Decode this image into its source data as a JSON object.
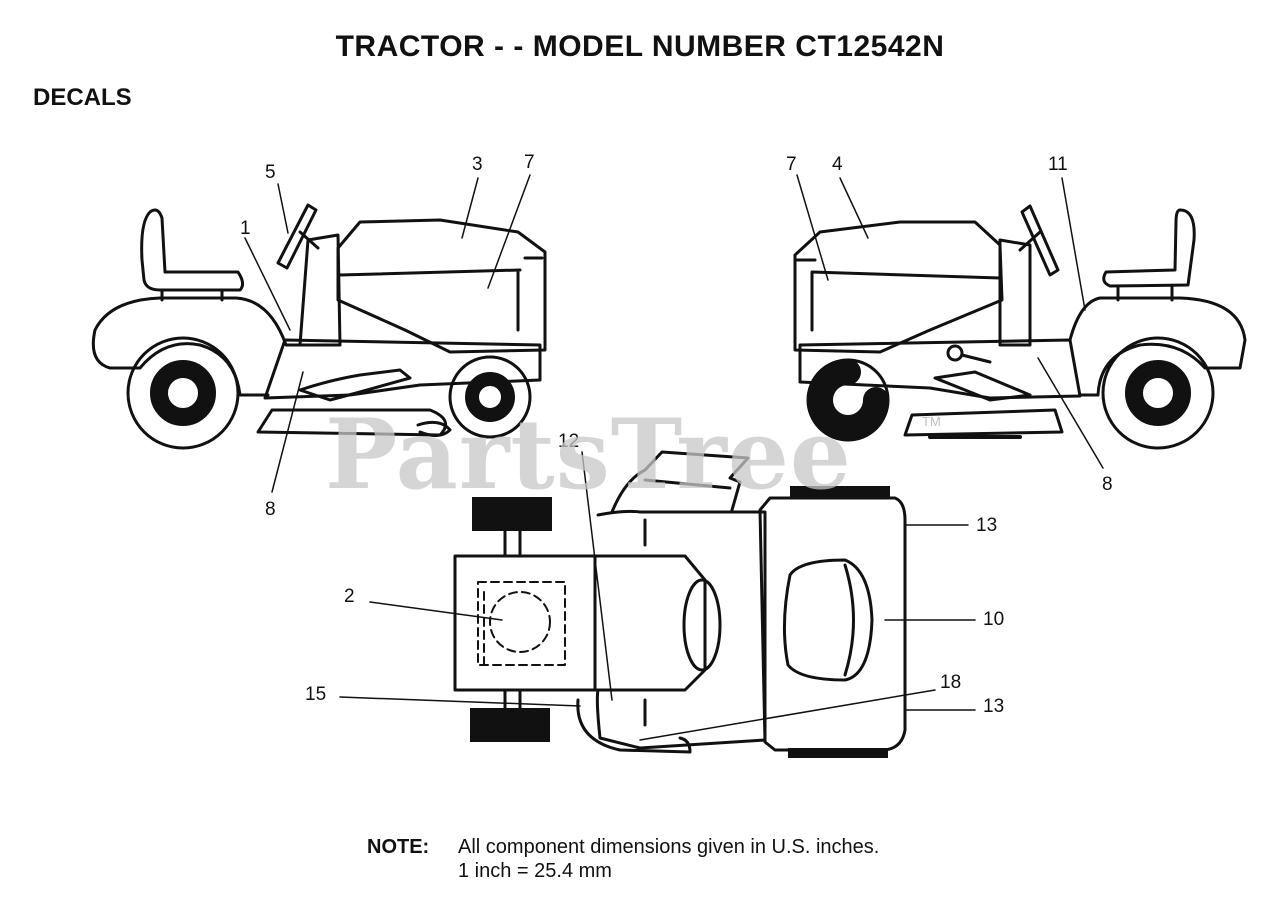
{
  "title": "TRACTOR - - MODEL NUMBER CT12542N",
  "section": "DECALS",
  "watermark": "PartsTree",
  "watermark_tm": "TM",
  "callouts": {
    "c1": "1",
    "c2": "2",
    "c3": "3",
    "c4": "4",
    "c5": "5",
    "c7a": "7",
    "c7b": "7",
    "c8a": "8",
    "c8b": "8",
    "c10": "10",
    "c11": "11",
    "c12": "12",
    "c13a": "13",
    "c13b": "13",
    "c15": "15",
    "c18": "18"
  },
  "note": {
    "label": "NOTE:",
    "line1": "All component dimensions given in U.S. inches.",
    "line2": "1 inch = 25.4 mm"
  }
}
